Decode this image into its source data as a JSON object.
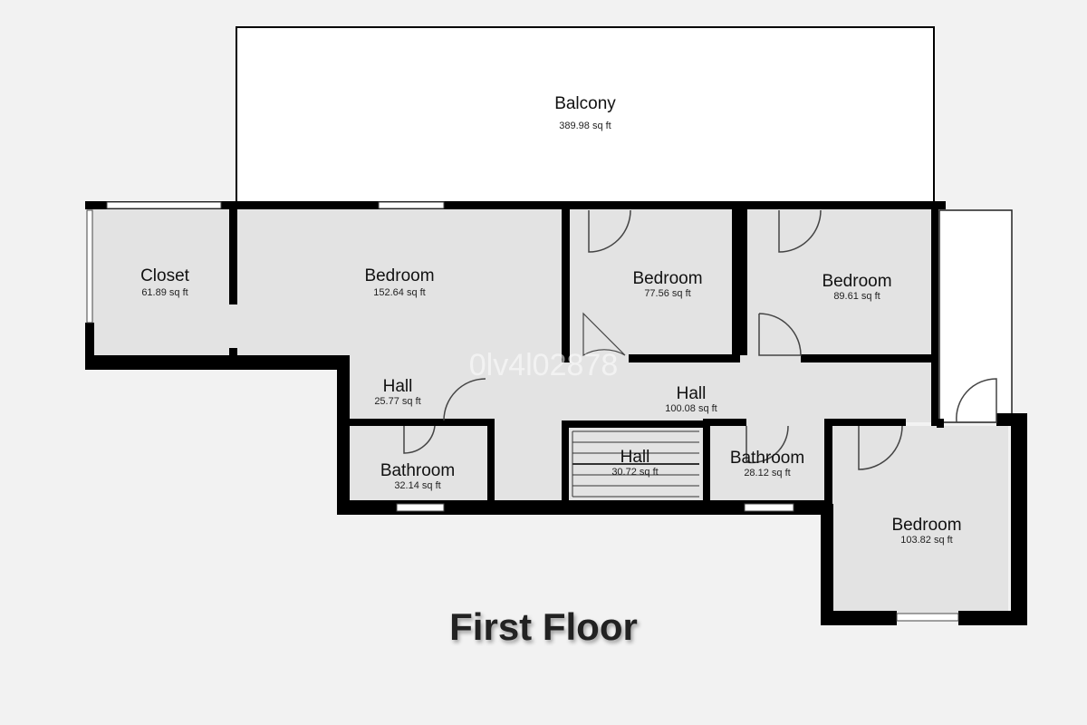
{
  "rooms": [
    {
      "name": "Balcony",
      "area": "389.98 sq ft"
    },
    {
      "name": "Closet",
      "area": "61.89 sq ft"
    },
    {
      "name": "Bedroom",
      "area": "152.64 sq ft"
    },
    {
      "name": "Bedroom",
      "area": "77.56 sq ft"
    },
    {
      "name": "Bedroom",
      "area": "89.61 sq ft"
    },
    {
      "name": "Hall",
      "area": "25.77 sq ft"
    },
    {
      "name": "Hall",
      "area": "100.08 sq ft"
    },
    {
      "name": "Bathroom",
      "area": "32.14 sq ft"
    },
    {
      "name": "Hall",
      "area": "30.72 sq ft"
    },
    {
      "name": "Bathroom",
      "area": "28.12 sq ft"
    },
    {
      "name": "Bedroom",
      "area": "103.82 sq ft"
    }
  ],
  "watermark": "0lv4l02878",
  "floor_title": "First Floor",
  "colors": {
    "background": "#f2f2f2",
    "room_fill": "#e3e3e3",
    "balcony_fill": "#ffffff",
    "wall": "#000000"
  }
}
